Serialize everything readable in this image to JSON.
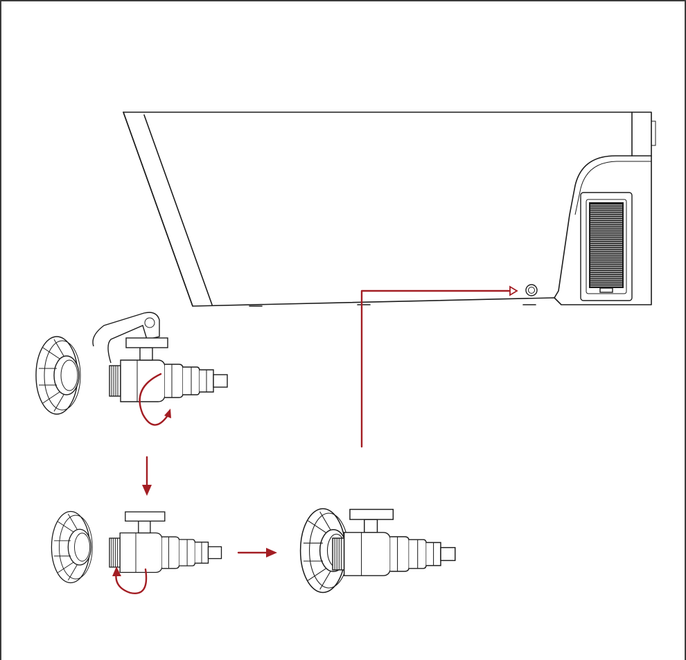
{
  "diagram": {
    "colors": {
      "line": "#1a1a1a",
      "accent_arrow": "#a31d23",
      "frame": "#3a3a3a",
      "background": "#ffffff"
    },
    "parts": [
      "bathtub-side-view",
      "wall-flange",
      "angle-valve",
      "mounting-bracket",
      "drain-port",
      "ventilation-grille"
    ],
    "steps": [
      "remove-bracket-and-unscrew",
      "screw-valve-into-flange",
      "assembled-valve-connect-to-drain-port"
    ]
  }
}
